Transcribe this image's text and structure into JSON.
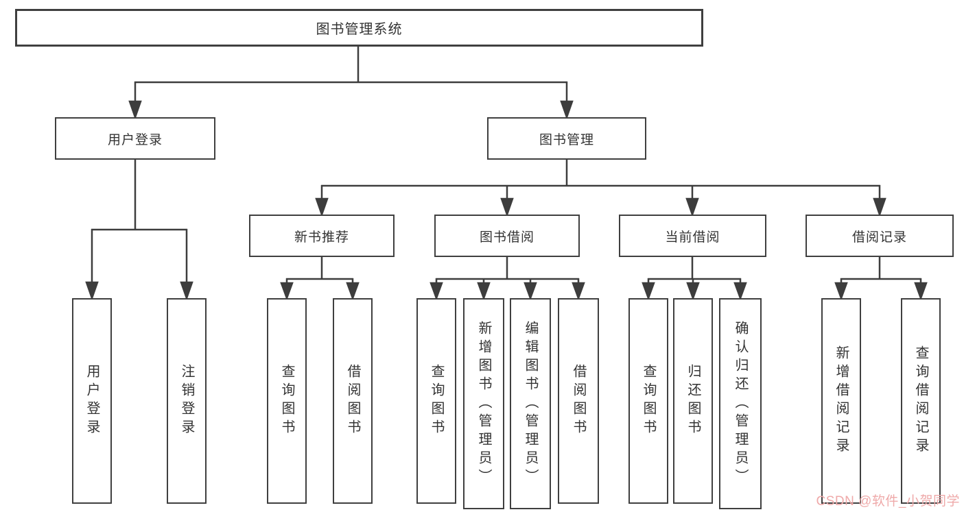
{
  "tree": {
    "label": "图书管理系统",
    "children": [
      {
        "label": "用户登录",
        "children": [
          {
            "label": "用户登录"
          },
          {
            "label": "注销登录"
          }
        ]
      },
      {
        "label": "图书管理",
        "children": [
          {
            "label": "新书推荐",
            "children": [
              {
                "label": "查询图书"
              },
              {
                "label": "借阅图书"
              }
            ]
          },
          {
            "label": "图书借阅",
            "children": [
              {
                "label": "查询图书"
              },
              {
                "label": "新增图书（管理员）"
              },
              {
                "label": "编辑图书（管理员）"
              },
              {
                "label": "借阅图书"
              }
            ]
          },
          {
            "label": "当前借阅",
            "children": [
              {
                "label": "查询图书"
              },
              {
                "label": "归还图书"
              },
              {
                "label": "确认归还（管理员）"
              }
            ]
          },
          {
            "label": "借阅记录",
            "children": [
              {
                "label": "新增借阅记录"
              },
              {
                "label": "查询借阅记录"
              }
            ]
          }
        ]
      }
    ]
  },
  "watermark": "CSDN @软件_小贺同学",
  "colors": {
    "line": "#3d3d3d",
    "box_border": "#3f3f3f",
    "text": "#333333",
    "watermark": "#efa9a9",
    "background": "#ffffff"
  }
}
